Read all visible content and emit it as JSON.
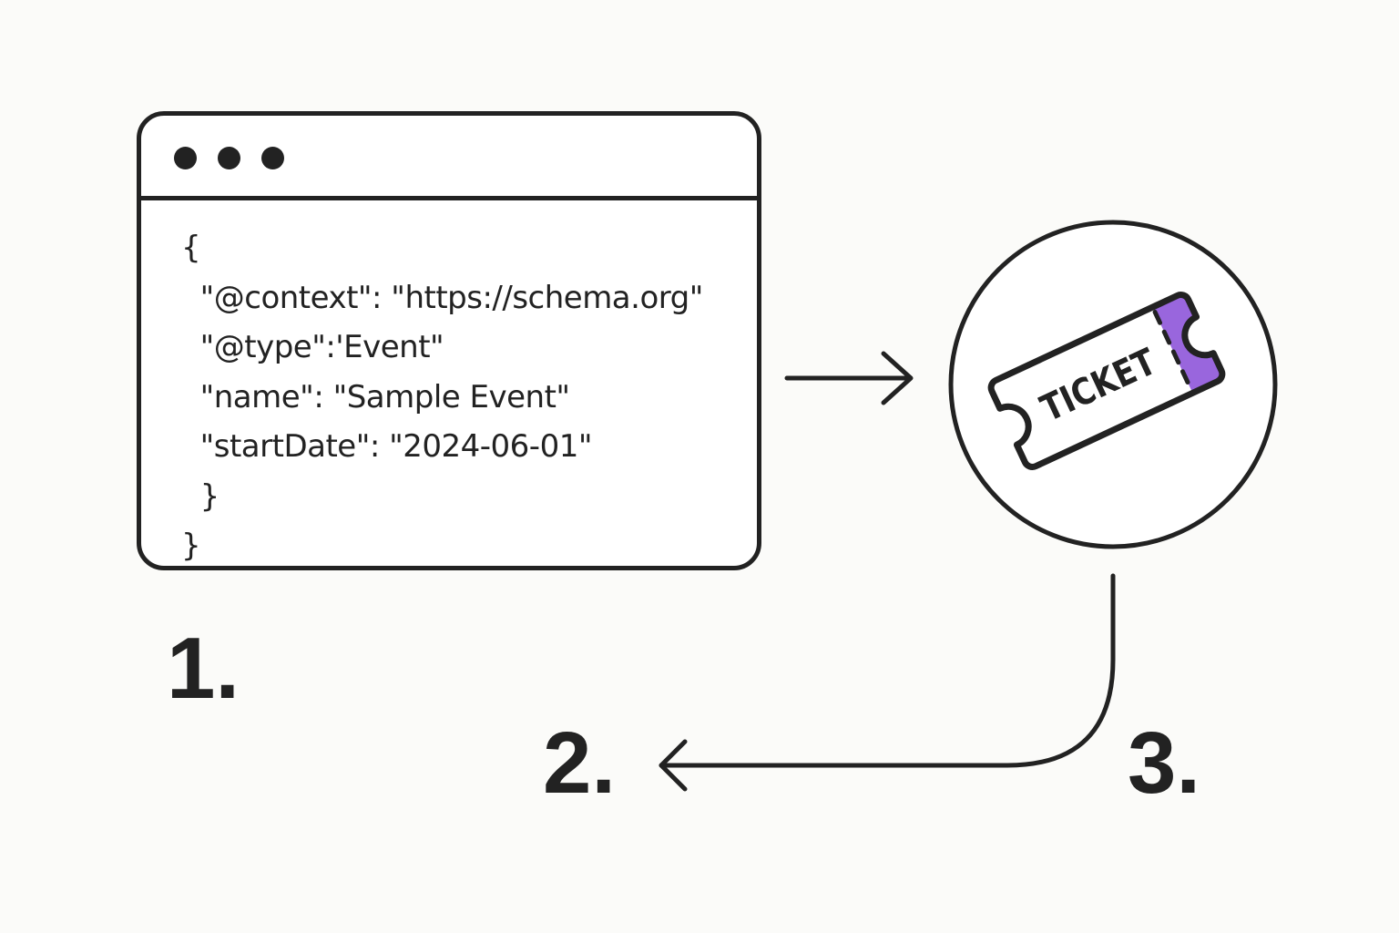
{
  "code_window": {
    "code_lines": [
      "{",
      "  \"@context\": \"https://schema.org\"",
      "  \"@type\":'Event\"",
      "  \"name\": \"Sample Event\"",
      "  \"startDate\": \"2024-06-01\"",
      "  }",
      "}"
    ]
  },
  "ticket": {
    "label": "TICKET",
    "accent_color": "#9966dd"
  },
  "steps": {
    "step1": "1.",
    "step2": "2.",
    "step3": "3."
  },
  "colors": {
    "ink": "#222222",
    "background": "#fbfbf9"
  }
}
